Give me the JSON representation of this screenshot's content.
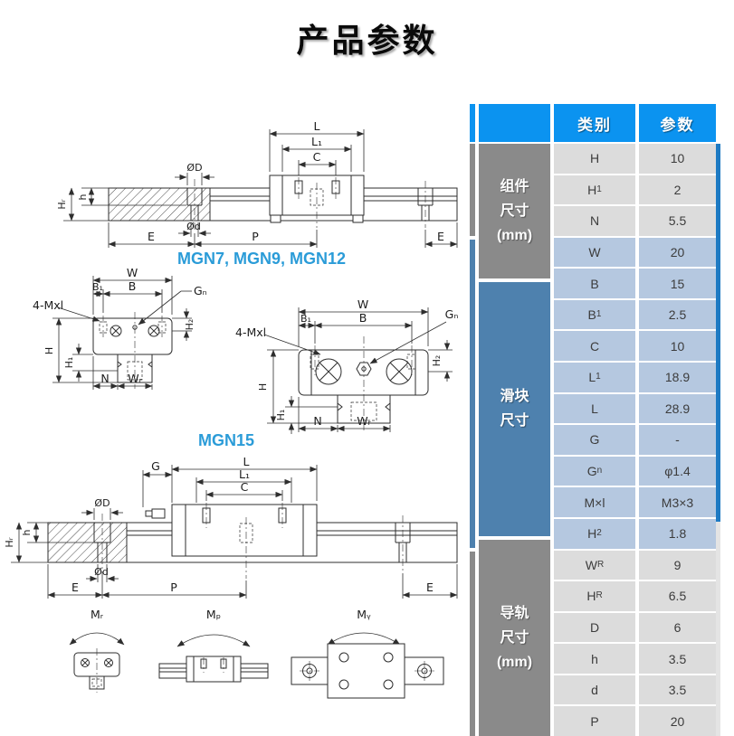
{
  "title": "产品参数",
  "colors": {
    "header_blue": "#0b93f0",
    "group_gray": "#8a8a8a",
    "group_steel_blue": "#4e81ae",
    "row_light_gray": "#dcdcdc",
    "row_light_blue": "#b5c8e0",
    "caption_blue": "#2b9cd8",
    "scrollbar_thumb": "#1d7ac3",
    "line_color": "#2e2e2e"
  },
  "drawings": {
    "caption_top": "MGN7, MGN9, MGN12",
    "caption_mid": "MGN15",
    "sv": {
      "L": "L",
      "L1": "L₁",
      "C": "C",
      "OD": "ØD",
      "Od": "Ød",
      "h": "h",
      "HR": "Hᵣ",
      "E": "E",
      "P": "P",
      "G": "G"
    },
    "cs": {
      "W": "W",
      "B1": "B₁",
      "B": "B",
      "Gn": "Gₙ",
      "Mxl": "4-Mxl",
      "H": "H",
      "H1": "H₁",
      "H2": "H₂",
      "N": "N",
      "WR": "Wᵣ"
    },
    "moments": {
      "MR": "Mᵣ",
      "MP": "Mₚ",
      "MY": "Mᵧ"
    }
  },
  "table": {
    "header": {
      "category": "类别",
      "parameter": "参数"
    },
    "groups": [
      {
        "name": "组件尺寸(mm)",
        "lines": [
          "组件",
          "尺寸",
          "(mm)"
        ]
      },
      {
        "name": "滑块尺寸",
        "lines": [
          "滑块",
          "尺寸"
        ]
      },
      {
        "name": "导轨尺寸(mm)",
        "lines": [
          "导轨",
          "尺寸",
          "(mm)"
        ]
      }
    ],
    "rows": [
      {
        "label": "H",
        "value": "10"
      },
      {
        "label": "H<sub>1</sub>",
        "value": "2"
      },
      {
        "label": "N",
        "value": "5.5"
      },
      {
        "label": "W",
        "value": "20"
      },
      {
        "label": "B",
        "value": "15"
      },
      {
        "label": "B<sub>1</sub>",
        "value": "2.5"
      },
      {
        "label": "C",
        "value": "10"
      },
      {
        "label": "L<sub>1</sub>",
        "value": "18.9"
      },
      {
        "label": "L",
        "value": "28.9"
      },
      {
        "label": "G",
        "value": "-"
      },
      {
        "label": "G<sub>n</sub>",
        "value": "φ1.4"
      },
      {
        "label": "M×l",
        "value": "M3×3"
      },
      {
        "label": "H<sub>2</sub>",
        "value": "1.8"
      },
      {
        "label": "W<sub>R</sub>",
        "value": "9"
      },
      {
        "label": "H<sub>R</sub>",
        "value": "6.5"
      },
      {
        "label": "D",
        "value": "6"
      },
      {
        "label": "h",
        "value": "3.5"
      },
      {
        "label": "d",
        "value": "3.5"
      },
      {
        "label": "P",
        "value": "20"
      }
    ]
  },
  "chart_data": {
    "type": "table",
    "columns": [
      "类别",
      "参数"
    ],
    "groups": [
      {
        "name": "组件尺寸(mm)",
        "params": {
          "H": "10",
          "H1": "2",
          "N": "5.5"
        }
      },
      {
        "name": "滑块尺寸",
        "params": {
          "W": "20",
          "B": "15",
          "B1": "2.5",
          "C": "10",
          "L1": "18.9",
          "L": "28.9",
          "G": "-",
          "Gn": "φ1.4",
          "M×l": "M3×3",
          "H2": "1.8"
        }
      },
      {
        "name": "导轨尺寸(mm)",
        "params": {
          "WR": "9",
          "HR": "6.5",
          "D": "6",
          "h": "3.5",
          "d": "3.5",
          "P": "20"
        }
      }
    ]
  }
}
